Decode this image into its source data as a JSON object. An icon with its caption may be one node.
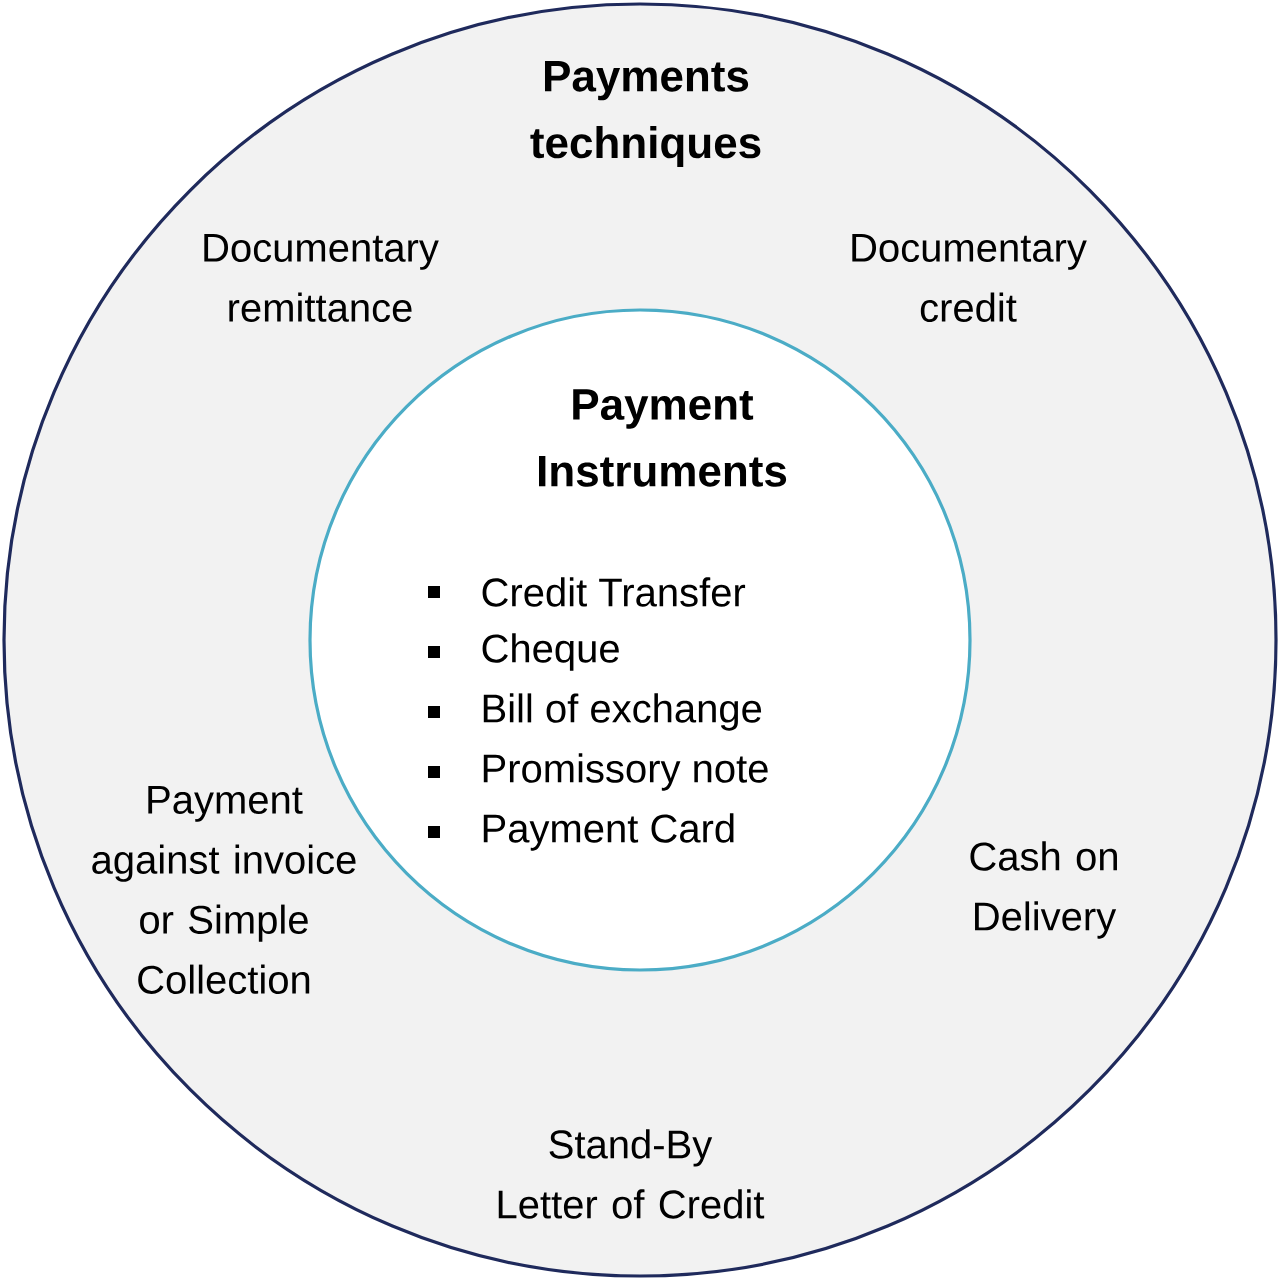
{
  "diagram": {
    "nodes": [
      {
        "text": [
          "Payments techniques"
        ]
      },
      {
        "text": [
          "Payment Instruments",
          "Credit Transfer",
          "Cheque",
          "Bill of exchange",
          "Promissory note",
          "Payment Card"
        ],
        "in": 0
      }
    ],
    "edges": [],
    "labels": [
      "Documentary remittance",
      "Documentary credit",
      "Payment against invoice or Simple Collection",
      "Cash on Delivery",
      "Stand-By Letter of Credit"
    ]
  }
}
